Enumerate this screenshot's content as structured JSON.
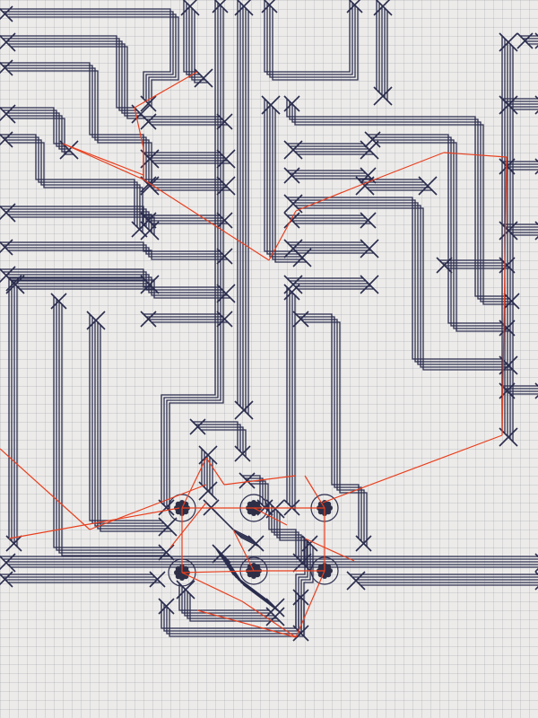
{
  "colors": {
    "background": "#ecebe9",
    "grid": "#b9b8c4",
    "trace": "#2b2d4e",
    "ratsnest": "#e8401f",
    "pad": "#2e2f47"
  },
  "view": {
    "type": "pcb-routing-editor-view",
    "layers": [
      "grid",
      "traces",
      "pads",
      "ratsnest"
    ]
  }
}
